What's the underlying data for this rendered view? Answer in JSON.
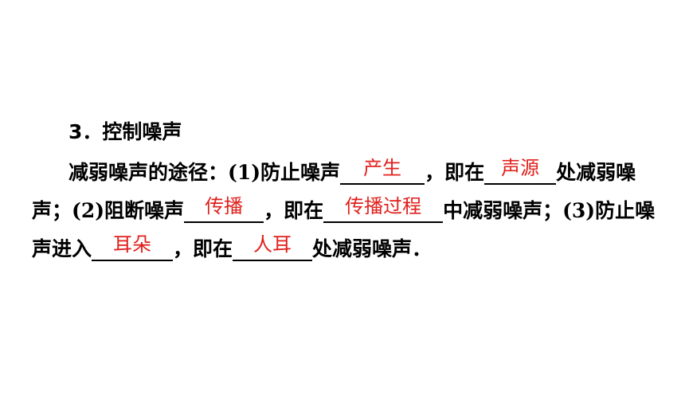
{
  "heading": "3．控制噪声",
  "line1": {
    "pre": "减弱噪声的途径：(1)防止噪声",
    "answer1": "产生",
    "mid": "，即在",
    "answer2": "声源",
    "post": "处减弱噪"
  },
  "line2": {
    "pre": "声；(2)阻断噪声",
    "answer3": "传播",
    "mid": "，即在",
    "answer4": "传播过程",
    "post": "中减弱噪声；(3)防止噪"
  },
  "line3": {
    "pre": "声进入",
    "answer5": "耳朵",
    "mid": "，即在",
    "answer6": "人耳",
    "post": "处减弱噪声．"
  },
  "colors": {
    "answer": "#e0201c",
    "text": "#000000",
    "background": "#ffffff"
  }
}
